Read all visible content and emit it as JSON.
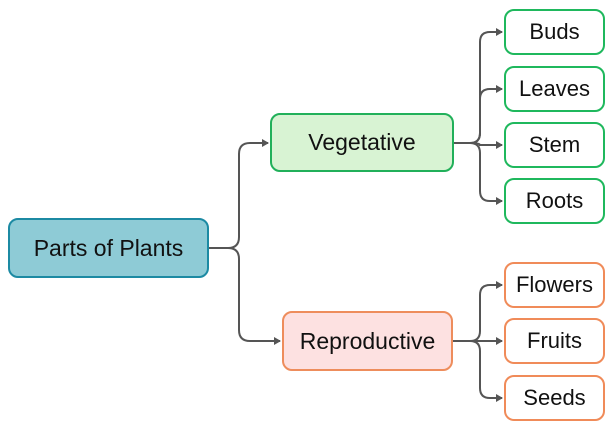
{
  "root": {
    "label": "Parts of Plants"
  },
  "branches": [
    {
      "label": "Vegetative",
      "children": [
        "Buds",
        "Leaves",
        "Stem",
        "Roots"
      ]
    },
    {
      "label": "Reproductive",
      "children": [
        "Flowers",
        "Fruits",
        "Seeds"
      ]
    }
  ],
  "colors": {
    "connector": "#555555",
    "root_fill": "#8ecbd6",
    "root_border": "#1c8aa3",
    "vegetative_fill": "#d8f3d3",
    "vegetative_border": "#21b05a",
    "reproductive_fill": "#fde1e1",
    "reproductive_border": "#ee8d5c"
  }
}
